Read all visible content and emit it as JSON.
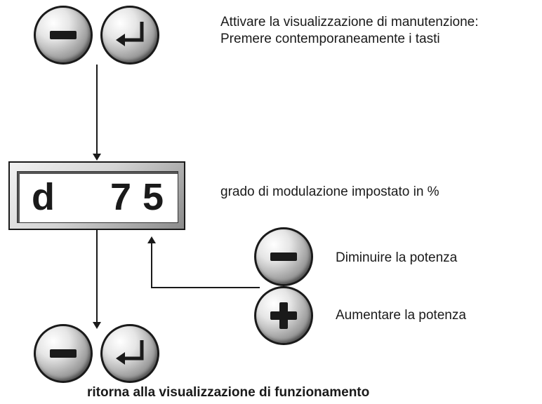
{
  "top_buttons": {
    "minus_icon": "minus-icon",
    "enter_icon": "enter-icon"
  },
  "top_instruction": {
    "line1": "Attivare la visualizzazione di manutenzione:",
    "line2": "Premere contemporaneamente i tasti"
  },
  "display": {
    "mode_char": "d",
    "digit1": "7",
    "digit2": "5"
  },
  "display_caption": "grado di modulazione impostato in %",
  "adjust": {
    "decrease_label": "Diminuire la potenza",
    "increase_label": "Aumentare la potenza",
    "minus_icon": "minus-icon",
    "plus_icon": "plus-icon"
  },
  "bottom_buttons": {
    "minus_icon": "minus-icon",
    "enter_icon": "enter-icon"
  },
  "footer_text": "ritorna alla visualizzazione di funzionamento"
}
